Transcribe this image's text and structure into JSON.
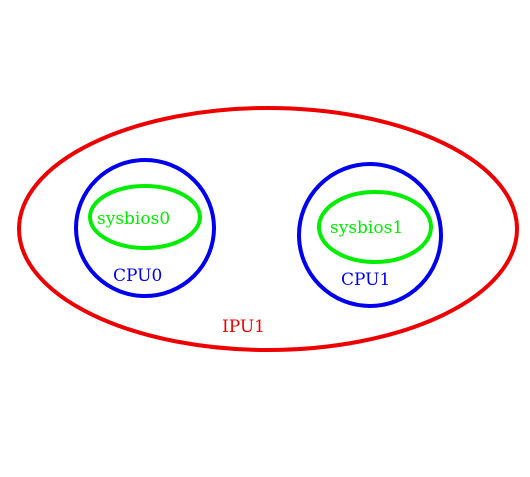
{
  "diagram": {
    "outer": {
      "label": "IPU1",
      "color": "#ee0000"
    },
    "cpus": [
      {
        "label": "CPU0",
        "color": "#0000ee",
        "inner_label": "sysbios0",
        "inner_color": "#00ee00"
      },
      {
        "label": "CPU1",
        "color": "#0000ee",
        "inner_label": "sysbios1",
        "inner_color": "#00ee00"
      }
    ]
  }
}
